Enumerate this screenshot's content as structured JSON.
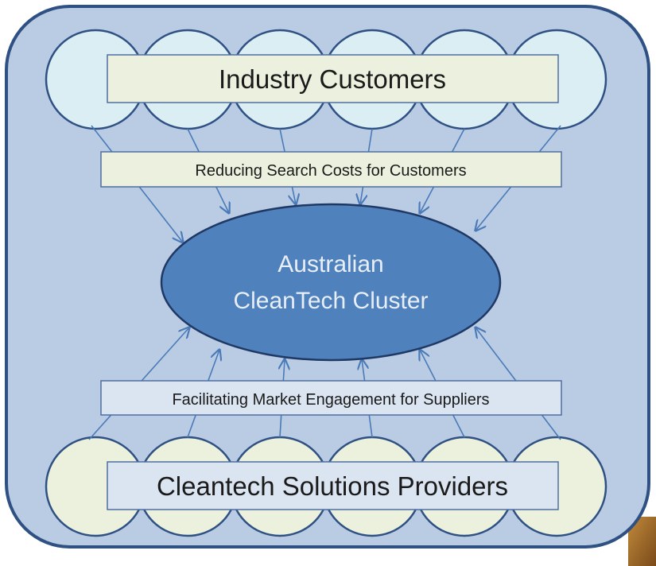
{
  "diagram": {
    "top_group": {
      "label": "Industry Customers"
    },
    "top_connector": {
      "label": "Reducing Search Costs for Customers"
    },
    "center": {
      "line1": "Australian",
      "line2": "CleanTech Cluster"
    },
    "bottom_connector": {
      "label": "Facilitating Market Engagement for Suppliers"
    },
    "bottom_group": {
      "label": "Cleantech Solutions Providers"
    }
  },
  "colors": {
    "panel_fill": "#b9cce4",
    "panel_stroke": "#2f5083",
    "top_circle_fill": "#dbeef4",
    "bottom_circle_fill": "#ebf1dd",
    "top_box_fill": "#ebf1de",
    "bottom_box_fill": "#dbe5f1",
    "box_stroke": "#4f6f9f",
    "center_fill": "#4f81bd",
    "center_stroke": "#1f3864",
    "arrow": "#4a7ab8"
  }
}
